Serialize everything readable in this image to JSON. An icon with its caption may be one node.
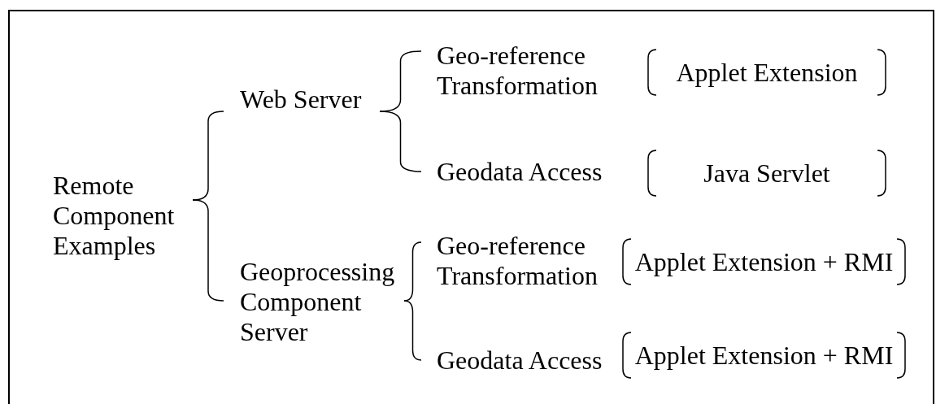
{
  "diagram": {
    "nodes": [
      {
        "text": [
          "Remote Component Examples"
        ]
      },
      {
        "text": [
          "Web Server"
        ]
      },
      {
        "text": [
          "Geoprocessing Component Server"
        ]
      },
      {
        "text": [
          "Geo-reference Transformation"
        ]
      },
      {
        "text": [
          "Geodata Access"
        ]
      },
      {
        "text": [
          "Geo-reference Transformation"
        ]
      },
      {
        "text": [
          "Geodata Access"
        ]
      },
      {
        "text": [
          "Applet Extension"
        ]
      },
      {
        "text": [
          "Java Servlet"
        ]
      },
      {
        "text": [
          "Applet Extension + RMI"
        ]
      },
      {
        "text": [
          "Applet Extension + RMI"
        ]
      }
    ],
    "edges": [
      {
        "from": 0,
        "to": 1,
        "arrow": "none"
      },
      {
        "from": 0,
        "to": 2,
        "arrow": "none"
      },
      {
        "from": 1,
        "to": 3,
        "arrow": "none"
      },
      {
        "from": 1,
        "to": 4,
        "arrow": "none"
      },
      {
        "from": 2,
        "to": 5,
        "arrow": "none"
      },
      {
        "from": 2,
        "to": 6,
        "arrow": "none"
      }
    ]
  }
}
